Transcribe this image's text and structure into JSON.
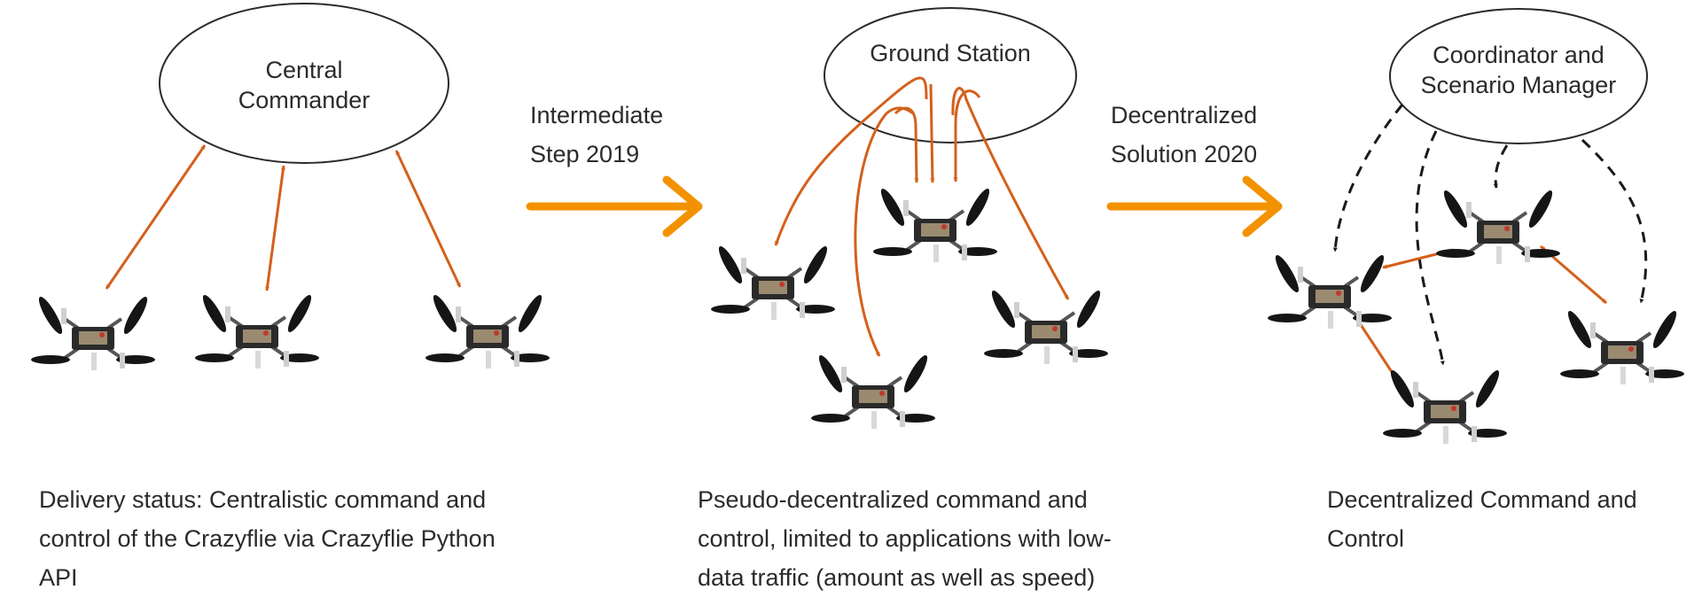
{
  "stages": [
    {
      "node_label": [
        "Central",
        "Commander"
      ],
      "caption": [
        "Delivery status: Centralistic command and",
        "control of the Crazyflie via Crazyflie Python",
        "API"
      ]
    },
    {
      "node_label": [
        "Ground Station"
      ],
      "caption": [
        "Pseudo-decentralized command and",
        "control, limited to applications with low-",
        "data traffic (amount as well as speed)"
      ]
    },
    {
      "node_label": [
        "Coordinator and",
        "Scenario Manager"
      ],
      "caption": [
        "Decentralized Command and",
        "Control"
      ]
    }
  ],
  "transitions": [
    {
      "label": [
        "Intermediate",
        "Step 2019"
      ]
    },
    {
      "label": [
        "Decentralized",
        "Solution 2020"
      ]
    }
  ],
  "colors": {
    "link": "#d4601c",
    "transition_arrow": "#f39200",
    "dashed_link": "#1a1a1a",
    "ellipse_stroke": "#2b2b2b"
  },
  "icons": {
    "drone": "crazyflie-quadcopter-icon"
  }
}
